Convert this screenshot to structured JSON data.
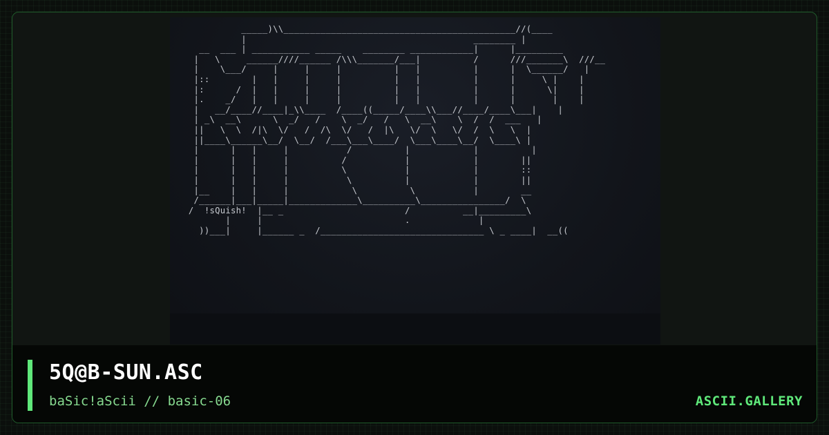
{
  "card": {
    "title": "5Q@B-SUN.ASC",
    "subtitle": "baSic!aScii // basic-06",
    "brand": "ASCII.GALLERY",
    "accent_color": "#5fe87a"
  },
  "artwork": {
    "signature": "!sQuish!",
    "ascii": "             _____)\\\\____________________________________________//(____\n             |                                           ________ |\n     __  ___ | ___________ _____    ________ ____________|      |_________\n    |   \\     ______////______ /\\\\\\_______/___|          /      ///_______\\  ///__\n    |    \\___/     |     |     |          |   |          |      |  \\______/   |\n    |::        |   |     |     |          |   |          |      |     \\ |    |\n    |:      /  |   |     |     |          |   |          |      |      \\|    |\n    |.    _/   |   |     |     |          |   |          |      |       |    |\n    |   __/____//____|_\\\\____  /____((_____/____\\\\___//____/____\\___|    |\n    | _\\  __\\      \\  _/   /    \\  _/   /   \\  __\\    \\  /  /  ___   |\n    ||   \\  \\  /|\\  \\/   /  /\\  \\/   /  |\\   \\/  \\   \\/  /  \\   \\  |\n    ||____\\______\\__/  \\__/  /___\\___\\____/  \\___\\____\\__/  \\____\\ |\n    |      |   |     |           /          |            |          |\n    |      |   |     |          /           |            |        ||\n    |      |   |     |          \\           |            |        ::\n    |      |   |     |           \\          |            |        ||\n    |__    |   |     |            \\          \\           |        __\n    /______|___|_____|_____________\\__________\\________________/  \\\n   /  !sQuish!  |__ _                       /          __|_________\\\n          |     |                           .             |\n     ))___|     |______ _  /_______________________________ \\ _ ____|  __((\n"
  }
}
